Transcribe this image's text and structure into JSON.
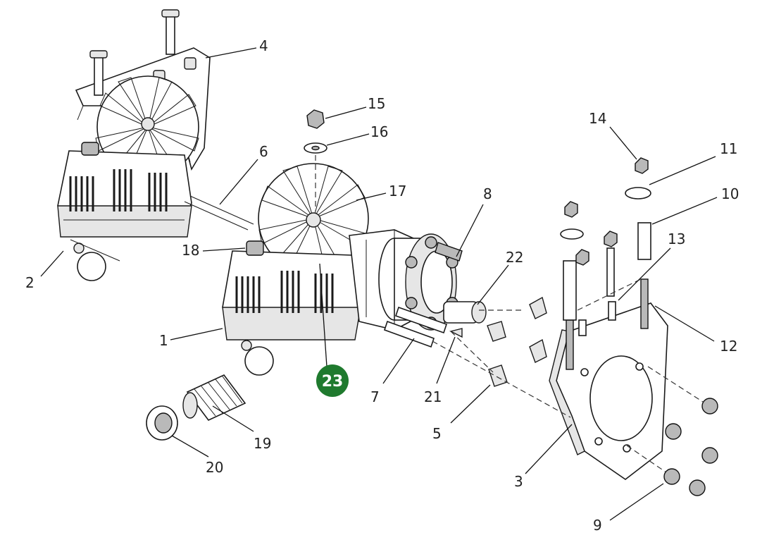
{
  "callouts": {
    "n1": "1",
    "n2": "2",
    "n3": "3",
    "n4": "4",
    "n5": "5",
    "n6": "6",
    "n7": "7",
    "n8": "8",
    "n9": "9",
    "n10": "10",
    "n11": "11",
    "n12": "12",
    "n13": "13",
    "n14": "14",
    "n15": "15",
    "n16": "16",
    "n17": "17",
    "n18": "18",
    "n19": "19",
    "n20": "20",
    "n21": "21",
    "n22": "22"
  },
  "highlight": {
    "label": "23",
    "color": "#1f7a2e"
  }
}
